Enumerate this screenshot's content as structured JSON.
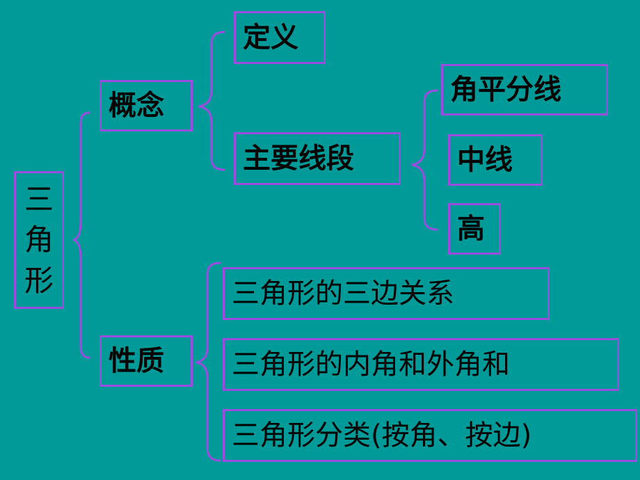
{
  "root": {
    "chars": [
      "三",
      "角",
      "形"
    ]
  },
  "concept": {
    "label": "概念",
    "definition": "定义",
    "main_segments": {
      "label": "主要线段",
      "items": [
        "角平分线",
        "中线",
        "高"
      ]
    }
  },
  "property": {
    "label": "性质",
    "items": [
      "三角形的三边关系",
      "三角形的内角和外角和",
      "三角形分类(按角、按边)"
    ]
  },
  "colors": {
    "background": "#009a99",
    "border": "#9b4de0",
    "text": "#000000"
  }
}
